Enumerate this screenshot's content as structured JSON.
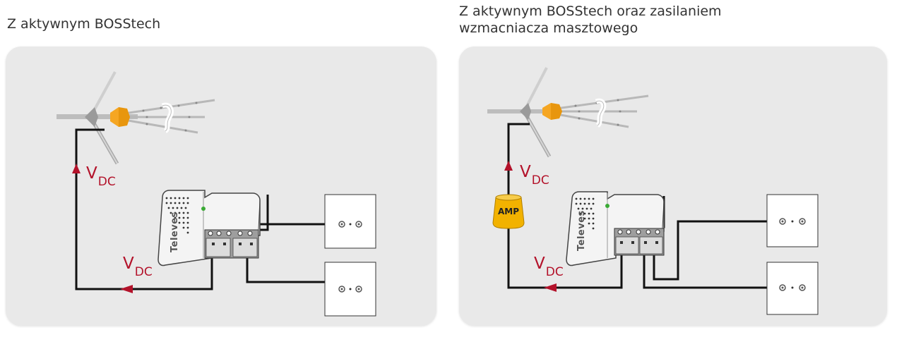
{
  "left": {
    "title": "Z aktywnym BOSStech",
    "vdc_main": "V",
    "vdc_sub": "DC",
    "brand": "Televes"
  },
  "right": {
    "title": "Z aktywnym BOSStech oraz zasilaniem wzmacniacza masztowego",
    "vdc_main": "V",
    "vdc_sub": "DC",
    "amp_label": "AMP",
    "brand": "Televes"
  },
  "colors": {
    "panel": "#e9e9e9",
    "wire": "#111111",
    "arrow": "#b3122a",
    "vdc_text": "#b3122a",
    "antenna_orange": "#f5a623",
    "amp_yellow": "#f2b200"
  },
  "icons": [
    "uhf-antenna-icon",
    "amplifier-icon",
    "mast-amplifier-icon",
    "wall-socket-icon",
    "power-arrow-icon"
  ]
}
